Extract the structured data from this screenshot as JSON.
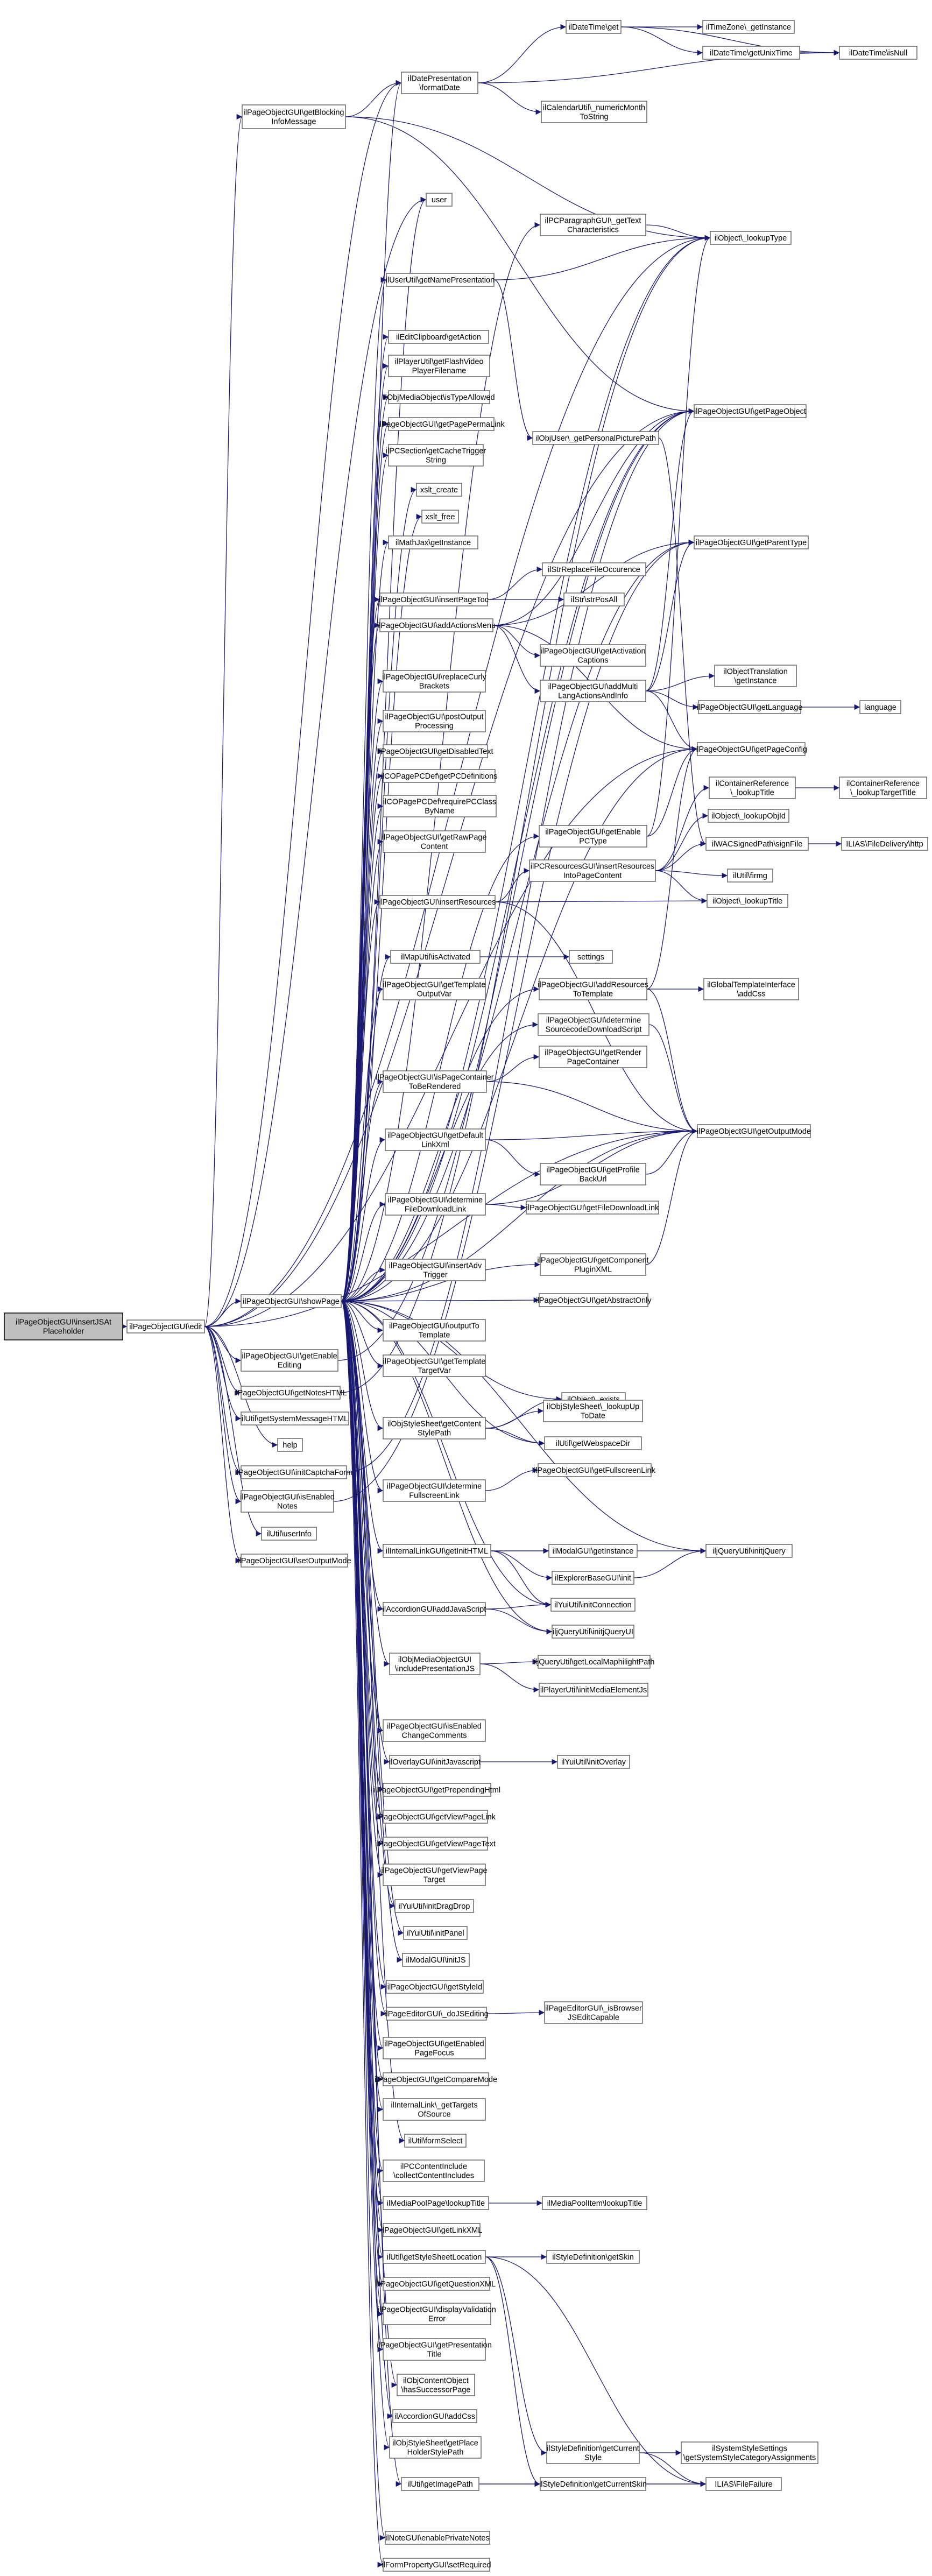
{
  "nodes": [
    {
      "id": "root",
      "lines": [
        "ilPageObjectGUI\\insertJSAt",
        "Placeholder"
      ]
    },
    {
      "id": "edit",
      "lines": [
        "ilPageObjectGUI\\edit"
      ]
    },
    {
      "id": "getBlocking",
      "lines": [
        "ilPageObjectGUI\\getBlocking",
        "InfoMessage"
      ]
    },
    {
      "id": "showPage",
      "lines": [
        "ilPageObjectGUI\\showPage"
      ]
    },
    {
      "id": "getEnableEditing",
      "lines": [
        "ilPageObjectGUI\\getEnable",
        "Editing"
      ]
    },
    {
      "id": "getNotesHTML",
      "lines": [
        "ilPageObjectGUI\\getNotesHTML"
      ]
    },
    {
      "id": "getSysMsgHTML",
      "lines": [
        "ilUtil\\getSystemMessageHTML"
      ]
    },
    {
      "id": "help",
      "lines": [
        "help"
      ]
    },
    {
      "id": "initCaptcha",
      "lines": [
        "ilPageObjectGUI\\initCaptchaForm"
      ]
    },
    {
      "id": "isEnabledNotes",
      "lines": [
        "ilPageObjectGUI\\isEnabled",
        "Notes"
      ]
    },
    {
      "id": "userInfo",
      "lines": [
        "ilUtil\\userInfo"
      ]
    },
    {
      "id": "setOutputMode",
      "lines": [
        "ilPageObjectGUI\\setOutputMode"
      ]
    },
    {
      "id": "dateTimeGet",
      "lines": [
        "ilDateTime\\get"
      ]
    },
    {
      "id": "tzInstance",
      "lines": [
        "ilTimeZone\\_getInstance"
      ]
    },
    {
      "id": "getUnixTime",
      "lines": [
        "ilDateTime\\getUnixTime"
      ]
    },
    {
      "id": "isNull",
      "lines": [
        "ilDateTime\\isNull"
      ]
    },
    {
      "id": "formatDate",
      "lines": [
        "ilDatePresentation",
        "\\formatDate"
      ]
    },
    {
      "id": "numericMonth",
      "lines": [
        "ilCalendarUtil\\_numericMonth",
        "ToString"
      ]
    },
    {
      "id": "user",
      "lines": [
        "user"
      ]
    },
    {
      "id": "getTextChar",
      "lines": [
        "ilPCParagraphGUI\\_getText",
        "Characteristics"
      ]
    },
    {
      "id": "lookupType",
      "lines": [
        "ilObject\\_lookupType"
      ]
    },
    {
      "id": "getNamePres",
      "lines": [
        "ilUserUtil\\getNamePresentation"
      ]
    },
    {
      "id": "clipboardAction",
      "lines": [
        "ilEditClipboard\\getAction"
      ]
    },
    {
      "id": "flashVideo",
      "lines": [
        "ilPlayerUtil\\getFlashVideo",
        "PlayerFilename"
      ]
    },
    {
      "id": "typeAllowed",
      "lines": [
        "ilObjMediaObject\\isTypeAllowed"
      ]
    },
    {
      "id": "permaLink",
      "lines": [
        "ilPageObjectGUI\\getPagePermaLink"
      ]
    },
    {
      "id": "cacheTrigger",
      "lines": [
        "ilPCSection\\getCacheTrigger",
        "String"
      ]
    },
    {
      "id": "getPageObject",
      "lines": [
        "ilPageObjectGUI\\getPageObject"
      ]
    },
    {
      "id": "personalPic",
      "lines": [
        "ilObjUser\\_getPersonalPicturePath"
      ]
    },
    {
      "id": "xsltCreate",
      "lines": [
        "xslt_create"
      ]
    },
    {
      "id": "xsltFree",
      "lines": [
        "xslt_free"
      ]
    },
    {
      "id": "mathJax",
      "lines": [
        "ilMathJax\\getInstance"
      ]
    },
    {
      "id": "getParentType",
      "lines": [
        "ilPageObjectGUI\\getParentType"
      ]
    },
    {
      "id": "strReplace",
      "lines": [
        "ilStrReplaceFileOccurence"
      ]
    },
    {
      "id": "insertPageToc",
      "lines": [
        "ilPageObjectGUI\\insertPageToc"
      ]
    },
    {
      "id": "strPosAll",
      "lines": [
        "ilStr\\strPosAll"
      ]
    },
    {
      "id": "addActionsMenu",
      "lines": [
        "ilPageObjectGUI\\addActionsMenu"
      ]
    },
    {
      "id": "getActivationCaptions",
      "lines": [
        "ilPageObjectGUI\\getActivation",
        "Captions"
      ]
    },
    {
      "id": "addMultiLang",
      "lines": [
        "ilPageObjectGUI\\addMulti",
        "LangActionsAndInfo"
      ]
    },
    {
      "id": "translationInstance",
      "lines": [
        "ilObjectTranslation",
        "\\getInstance"
      ]
    },
    {
      "id": "replaceCurly",
      "lines": [
        "ilPageObjectGUI\\replaceCurly",
        "Brackets"
      ]
    },
    {
      "id": "getLanguage",
      "lines": [
        "ilPageObjectGUI\\getLanguage"
      ]
    },
    {
      "id": "language",
      "lines": [
        "language"
      ]
    },
    {
      "id": "postOutput",
      "lines": [
        "ilPageObjectGUI\\postOutput",
        "Processing"
      ]
    },
    {
      "id": "getDisabledText",
      "lines": [
        "ilPageObjectGUI\\getDisabledText"
      ]
    },
    {
      "id": "getPageConfig",
      "lines": [
        "ilPageObjectGUI\\getPageConfig"
      ]
    },
    {
      "id": "getPCDefinitions",
      "lines": [
        "ilCOPagePCDef\\getPCDefinitions"
      ]
    },
    {
      "id": "requirePCClass",
      "lines": [
        "ilCOPagePCDef\\requirePCClass",
        "ByName"
      ]
    },
    {
      "id": "containerRefTitle",
      "lines": [
        "ilContainerReference",
        "\\_lookupTitle"
      ]
    },
    {
      "id": "containerRefTargetTitle",
      "lines": [
        "ilContainerReference",
        "\\_lookupTargetTitle"
      ]
    },
    {
      "id": "enablePCType",
      "lines": [
        "ilPageObjectGUI\\getEnable",
        "PCType"
      ]
    },
    {
      "id": "getRawPage",
      "lines": [
        "ilPageObjectGUI\\getRawPage",
        "Content"
      ]
    },
    {
      "id": "lookupObjId",
      "lines": [
        "ilObject\\_lookupObjId"
      ]
    },
    {
      "id": "signedPath",
      "lines": [
        "ilWACSignedPath\\signFile"
      ]
    },
    {
      "id": "fileDelivery",
      "lines": [
        "ILIAS\\FileDelivery\\http"
      ]
    },
    {
      "id": "insertResIntoPage",
      "lines": [
        "ilPCResourcesGUI\\insertResources",
        "IntoPageContent"
      ]
    },
    {
      "id": "ilFirmg",
      "lines": [
        "ilUtil\\firmg"
      ]
    },
    {
      "id": "insertResources",
      "lines": [
        "ilPageObjectGUI\\insertResources"
      ]
    },
    {
      "id": "lookupTitle",
      "lines": [
        "ilObject\\_lookupTitle"
      ]
    },
    {
      "id": "mapActivated",
      "lines": [
        "ilMapUtil\\isActivated"
      ]
    },
    {
      "id": "settings",
      "lines": [
        "settings"
      ]
    },
    {
      "id": "templateOutputVar",
      "lines": [
        "ilPageObjectGUI\\getTemplate",
        "OutputVar"
      ]
    },
    {
      "id": "addResToTemplate",
      "lines": [
        "ilPageObjectGUI\\addResources",
        "ToTemplate"
      ]
    },
    {
      "id": "globalTplAddCss",
      "lines": [
        "ilGlobalTemplateInterface",
        "\\addCss"
      ]
    },
    {
      "id": "determineSrcCode",
      "lines": [
        "ilPageObjectGUI\\determine",
        "SourcecodeDownloadScript"
      ]
    },
    {
      "id": "getRenderPageContainer",
      "lines": [
        "ilPageObjectGUI\\getRender",
        "PageContainer"
      ]
    },
    {
      "id": "getOutputMode",
      "lines": [
        "ilPageObjectGUI\\getOutputMode"
      ]
    },
    {
      "id": "isPageContainerRendered",
      "lines": [
        "ilPageObjectGUI\\isPageContainer",
        "ToBeRendered"
      ]
    },
    {
      "id": "getDefaultLinkXml",
      "lines": [
        "ilPageObjectGUI\\getDefault",
        "LinkXml"
      ]
    },
    {
      "id": "getProfileBackUrl",
      "lines": [
        "ilPageObjectGUI\\getProfile",
        "BackUrl"
      ]
    },
    {
      "id": "determineFileDl",
      "lines": [
        "ilPageObjectGUI\\determine",
        "FileDownloadLink"
      ]
    },
    {
      "id": "getFileDlLink",
      "lines": [
        "ilPageObjectGUI\\getFileDownloadLink"
      ]
    },
    {
      "id": "insertAdvTrigger",
      "lines": [
        "ilPageObjectGUI\\insertAdv",
        "Trigger"
      ]
    },
    {
      "id": "getComponentPlugin",
      "lines": [
        "ilPageObjectGUI\\getComponent",
        "PluginXML"
      ]
    },
    {
      "id": "getAbstractOnly",
      "lines": [
        "ilPageObjectGUI\\getAbstractOnly"
      ]
    },
    {
      "id": "outputToTemplate",
      "lines": [
        "ilPageObjectGUI\\outputTo",
        "Template"
      ]
    },
    {
      "id": "getTemplateTargetVar",
      "lines": [
        "ilPageObjectGUI\\getTemplate",
        "TargetVar"
      ]
    },
    {
      "id": "objectExists",
      "lines": [
        "ilObject\\_exists"
      ]
    },
    {
      "id": "getContentStylePath",
      "lines": [
        "ilObjStyleSheet\\getContent",
        "StylePath"
      ]
    },
    {
      "id": "lookupUpToDate",
      "lines": [
        "ilObjStyleSheet\\_lookupUp",
        "ToDate"
      ]
    },
    {
      "id": "getWebspaceDir",
      "lines": [
        "ilUtil\\getWebspaceDir"
      ]
    },
    {
      "id": "determineFullscreen",
      "lines": [
        "ilPageObjectGUI\\determine",
        "FullscreenLink"
      ]
    },
    {
      "id": "getFullscreenLink",
      "lines": [
        "ilPageObjectGUI\\getFullscreenLink"
      ]
    },
    {
      "id": "internalLinkGetInitHTML",
      "lines": [
        "ilInternalLinkGUI\\getInitHTML"
      ]
    },
    {
      "id": "modalInstance",
      "lines": [
        "ilModalGUI\\getInstance"
      ]
    },
    {
      "id": "initjQuery",
      "lines": [
        "iljQueryUtil\\initjQuery"
      ]
    },
    {
      "id": "explorerBase",
      "lines": [
        "ilExplorerBaseGUI\\init"
      ]
    },
    {
      "id": "initConnection",
      "lines": [
        "ilYuiUtil\\initConnection"
      ]
    },
    {
      "id": "accordionAddJs",
      "lines": [
        "ilAccordionGUI\\addJavaScript"
      ]
    },
    {
      "id": "initjQueryUI",
      "lines": [
        "iljQueryUtil\\initjQueryUI"
      ]
    },
    {
      "id": "includePresentationJS",
      "lines": [
        "ilObjMediaObjectGUI",
        "\\includePresentationJS"
      ]
    },
    {
      "id": "getLocalMaphilight",
      "lines": [
        "iljQueryUtil\\getLocalMaphilightPath"
      ]
    },
    {
      "id": "initMediaElement",
      "lines": [
        "ilPlayerUtil\\initMediaElementJs"
      ]
    },
    {
      "id": "isEnabledChangeComments",
      "lines": [
        "ilPageObjectGUI\\isEnabled",
        "ChangeComments"
      ]
    },
    {
      "id": "overlayInitJs",
      "lines": [
        "ilOverlayGUI\\initJavascript"
      ]
    },
    {
      "id": "initOverlay",
      "lines": [
        "ilYuiUtil\\initOverlay"
      ]
    },
    {
      "id": "getPrependingHtml",
      "lines": [
        "ilPageObjectGUI\\getPrependingHtml"
      ]
    },
    {
      "id": "getViewPageLink",
      "lines": [
        "ilPageObjectGUI\\getViewPageLink"
      ]
    },
    {
      "id": "getViewPageText",
      "lines": [
        "ilPageObjectGUI\\getViewPageText"
      ]
    },
    {
      "id": "getViewPageTarget",
      "lines": [
        "ilPageObjectGUI\\getViewPage",
        "Target"
      ]
    },
    {
      "id": "initDragDrop",
      "lines": [
        "ilYuiUtil\\initDragDrop"
      ]
    },
    {
      "id": "initPanel",
      "lines": [
        "ilYuiUtil\\initPanel"
      ]
    },
    {
      "id": "modalInitJS",
      "lines": [
        "ilModalGUI\\initJS"
      ]
    },
    {
      "id": "getStyleId",
      "lines": [
        "ilPageObjectGUI\\getStyleId"
      ]
    },
    {
      "id": "doJSEditing",
      "lines": [
        "ilPageEditorGUI\\_doJSEditing"
      ]
    },
    {
      "id": "isBrowserJSEditCapable",
      "lines": [
        "ilPageEditorGUI\\_isBrowser",
        "JSEditCapable"
      ]
    },
    {
      "id": "getEnabledPageFocus",
      "lines": [
        "ilPageObjectGUI\\getEnabled",
        "PageFocus"
      ]
    },
    {
      "id": "getCompareMode",
      "lines": [
        "ilPageObjectGUI\\getCompareMode"
      ]
    },
    {
      "id": "getTargetsOfSource",
      "lines": [
        "ilInternalLink\\_getTargets",
        "OfSource"
      ]
    },
    {
      "id": "formSelect",
      "lines": [
        "ilUtil\\formSelect"
      ]
    },
    {
      "id": "pcContentInclude",
      "lines": [
        "ilPCContentInclude",
        "\\collectContentIncludes"
      ]
    },
    {
      "id": "mediaPoolLookupTitle",
      "lines": [
        "ilMediaPoolPage\\lookupTitle"
      ]
    },
    {
      "id": "mediaPoolItemLookupTitle",
      "lines": [
        "ilMediaPoolItem\\lookupTitle"
      ]
    },
    {
      "id": "getLinkXML",
      "lines": [
        "ilPageObjectGUI\\getLinkXML"
      ]
    },
    {
      "id": "getStyleSheetLocation",
      "lines": [
        "ilUtil\\getStyleSheetLocation"
      ]
    },
    {
      "id": "getSkin",
      "lines": [
        "ilStyleDefinition\\getSkin"
      ]
    },
    {
      "id": "getQuestionXML",
      "lines": [
        "ilPageObjectGUI\\getQuestionXML"
      ]
    },
    {
      "id": "displayValidationError",
      "lines": [
        "ilPageObjectGUI\\displayValidation",
        "Error"
      ]
    },
    {
      "id": "getPresentationTitle",
      "lines": [
        "ilPageObjectGUI\\getPresentation",
        "Title"
      ]
    },
    {
      "id": "hasSuccessorPage",
      "lines": [
        "ilObjContentObject",
        "\\hasSuccessorPage"
      ]
    },
    {
      "id": "accordionAddCss",
      "lines": [
        "ilAccordionGUI\\addCss"
      ]
    },
    {
      "id": "getPlaceHolderStylePath",
      "lines": [
        "ilObjStyleSheet\\getPlace",
        "HolderStylePath"
      ]
    },
    {
      "id": "getCurrentStyle",
      "lines": [
        "ilStyleDefinition\\getCurrent",
        "Style"
      ]
    },
    {
      "id": "sysStyleSettings",
      "lines": [
        "ilSystemStyleSettings",
        "\\getSystemStyleCategoryAssignments"
      ]
    },
    {
      "id": "getImagePath",
      "lines": [
        "ilUtil\\getImagePath"
      ]
    },
    {
      "id": "getCurrentSkin",
      "lines": [
        "ilStyleDefinition\\getCurrentSkin"
      ]
    },
    {
      "id": "ilFailure",
      "lines": [
        "ILIAS\\FileFailure"
      ]
    },
    {
      "id": "enablePrivateNotes",
      "lines": [
        "ilNoteGUI\\enablePrivateNotes"
      ]
    },
    {
      "id": "setRequired",
      "lines": [
        "ilFormPropertyGUI\\setRequired"
      ]
    }
  ]
}
